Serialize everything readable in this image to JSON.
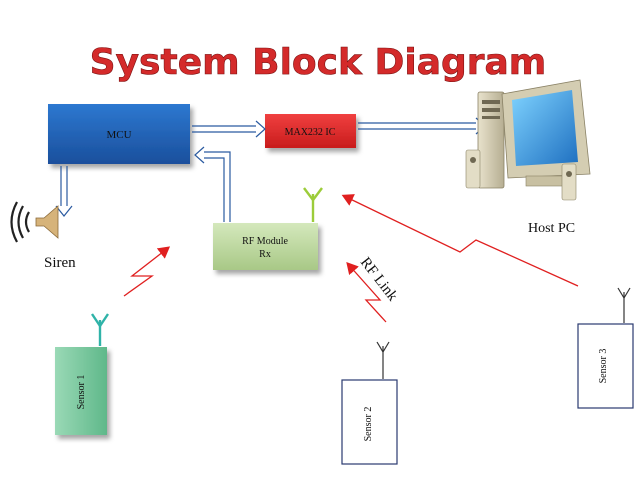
{
  "title": "System Block Diagram",
  "blocks": {
    "mcu": "MCU",
    "max232": "MAX232 IC",
    "rf_module_line1": "RF Module",
    "rf_module_line2": "Rx",
    "host_pc": "Host PC",
    "siren": "Siren"
  },
  "sensors": {
    "s1": "Sensor 1",
    "s2": "Sensor 2",
    "s3": "Sensor 3"
  },
  "rf_link": "RF Link",
  "colors": {
    "title": "#d42a2a",
    "mcu": "#1f5fb4",
    "max232": "#e02828",
    "rf_module": "#b8d49a",
    "sensor1": "#7cc9a2",
    "antenna_green": "#9ccc3a",
    "antenna_teal": "#2fb3a8",
    "rf_zigzag": "#e02020",
    "arrow": "#2a5aa0"
  },
  "icons": {
    "computer": "desktop-computer-icon",
    "siren": "speaker-icon"
  }
}
